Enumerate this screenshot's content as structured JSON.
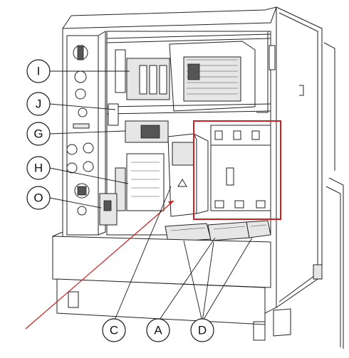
{
  "diagram": {
    "callouts": {
      "I": "I",
      "J": "J",
      "G": "G",
      "H": "H",
      "O": "O",
      "C": "C",
      "A": "A",
      "D": "D"
    },
    "colors": {
      "highlight_box": "#cc1f1f",
      "pointer_line": "#cc1f1f",
      "outline": "#222222"
    }
  }
}
